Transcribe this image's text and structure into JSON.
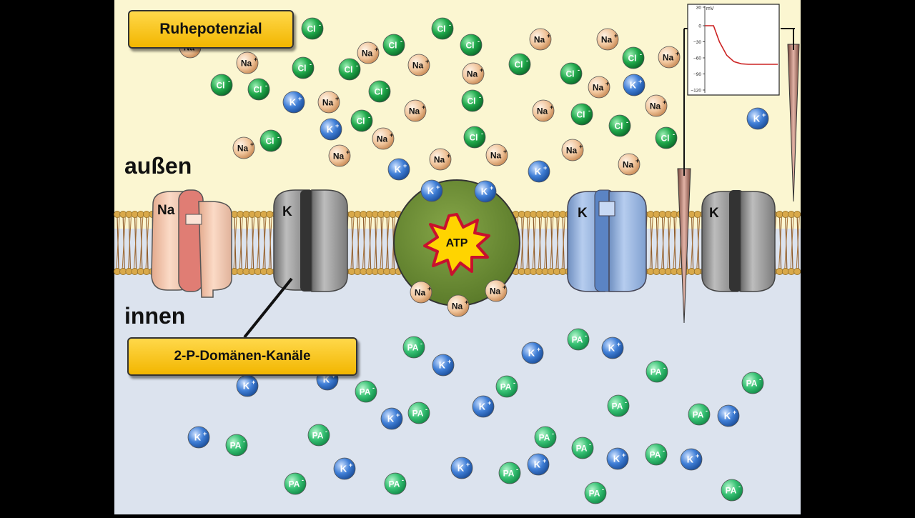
{
  "title": "Ruhepotenzial",
  "labels": {
    "outside": "außen",
    "inside": "innen",
    "two_p_channels": "2-P-Domänen-Kanäle",
    "atp": "ATP"
  },
  "channels": [
    {
      "id": "na-channel",
      "label": "Na"
    },
    {
      "id": "k-channel-1",
      "label": "K"
    },
    {
      "id": "k-channel-2",
      "label": "K"
    },
    {
      "id": "k-channel-3",
      "label": "K"
    }
  ],
  "ions": {
    "na": {
      "symbol": "Na",
      "charge": "+",
      "color": "#f0c49a"
    },
    "cl": {
      "symbol": "Cl",
      "charge": "-",
      "color": "#1fa84a"
    },
    "k": {
      "symbol": "K",
      "charge": "+",
      "color": "#3f7ed6"
    },
    "pa": {
      "symbol": "PA",
      "charge": "-",
      "color": "#35c072"
    }
  },
  "colors": {
    "outside_bg": "#fbf6d1",
    "inside_bg": "#dce3ee",
    "pump": "#6f8f33",
    "membrane_head": "#d9a94a",
    "membrane_tail": "#8c5a2c"
  },
  "chart_data": {
    "type": "line",
    "ylabel": "mV",
    "yticks": [
      30,
      0,
      -30,
      -60,
      -90,
      -120
    ],
    "ylim": [
      -120,
      30
    ],
    "series": [
      {
        "x": [
          0,
          0.12,
          0.2,
          0.3,
          0.4,
          0.5,
          0.6,
          1.0
        ],
        "values": [
          0,
          0,
          -30,
          -55,
          -67,
          -71,
          -72,
          -72
        ]
      }
    ]
  }
}
